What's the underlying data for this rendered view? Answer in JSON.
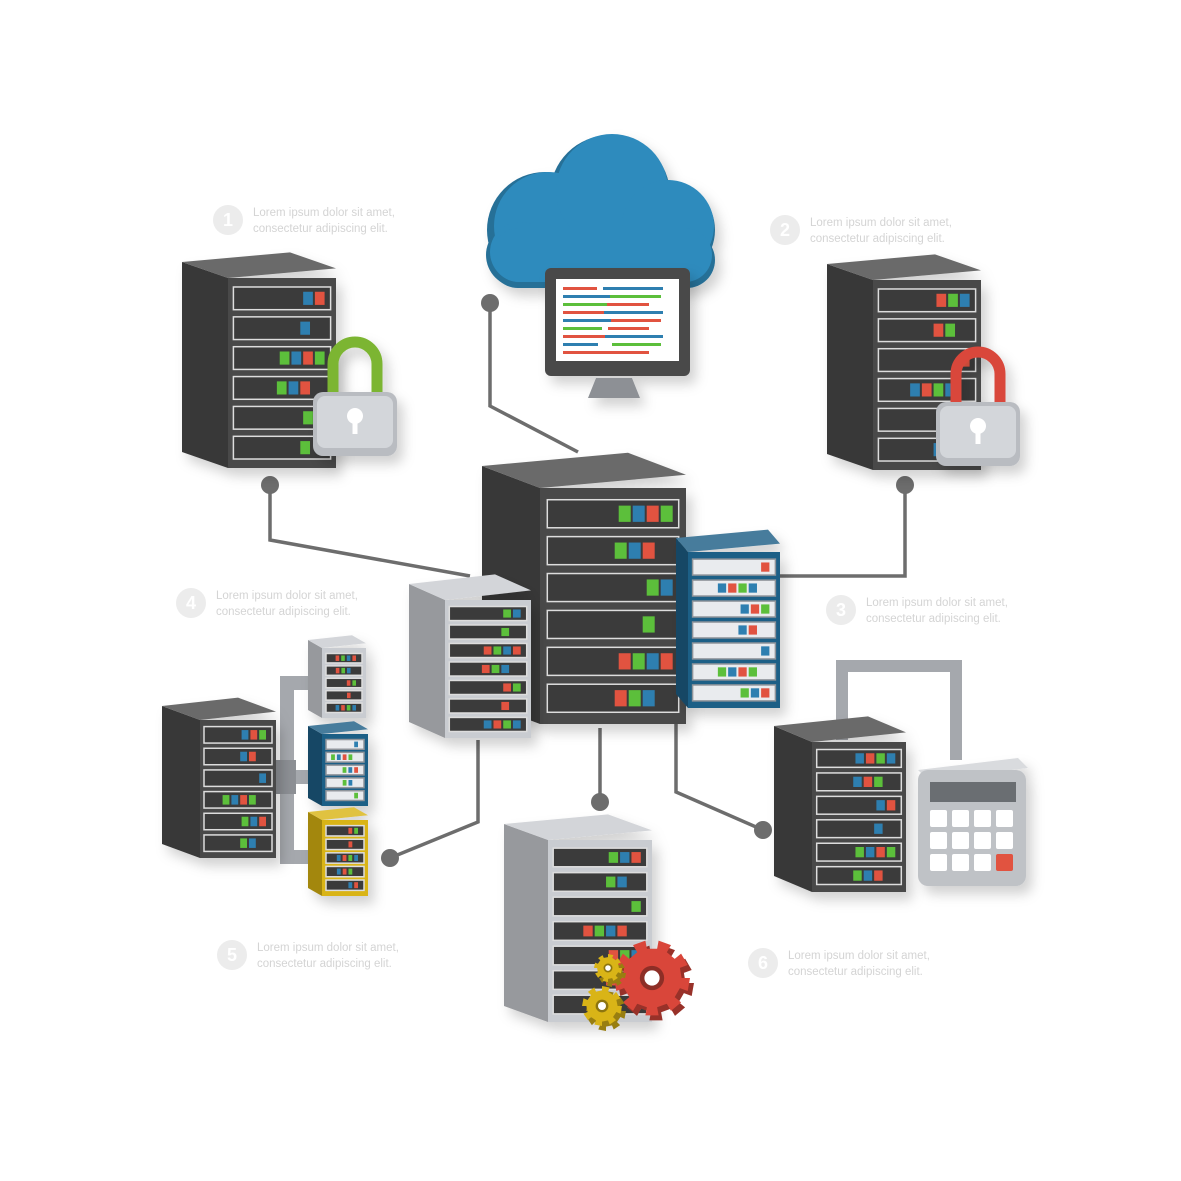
{
  "captions": [
    {
      "num": "1",
      "line1": "Lorem ipsum dolor sit amet,",
      "line2": "consectetur adipiscing elit."
    },
    {
      "num": "2",
      "line1": "Lorem ipsum dolor sit amet,",
      "line2": "consectetur adipiscing elit."
    },
    {
      "num": "3",
      "line1": "Lorem ipsum dolor sit amet,",
      "line2": "consectetur adipiscing elit."
    },
    {
      "num": "4",
      "line1": "Lorem ipsum dolor sit amet,",
      "line2": "consectetur adipiscing elit."
    },
    {
      "num": "5",
      "line1": "Lorem ipsum dolor sit amet,",
      "line2": "consectetur adipiscing elit."
    },
    {
      "num": "6",
      "line1": "Lorem ipsum dolor sit amet,",
      "line2": "consectetur adipiscing elit."
    }
  ],
  "icons": {
    "center": "server-cluster-icon",
    "cloud": "cloud-monitor-icon",
    "secure_open": "server-unlocked-icon",
    "secure_locked": "server-locked-icon",
    "network": "server-network-icon",
    "settings": "server-gears-icon",
    "calculator": "server-calculator-icon"
  },
  "colors": {
    "rack_dark": "#4a4a4a",
    "rack_light": "#c9ccd1",
    "rack_blue": "#1e5f86",
    "rack_yellow": "#d9b417",
    "cloud": "#2f8bbd",
    "led_green": "#5cbf3a",
    "led_red": "#e1533f",
    "led_blue": "#2f7fb0",
    "lock_green": "#7bb532",
    "lock_red": "#d9463a",
    "gear_red": "#d9463a",
    "gear_yellow": "#d9b417",
    "connector": "#6d6d6d"
  }
}
